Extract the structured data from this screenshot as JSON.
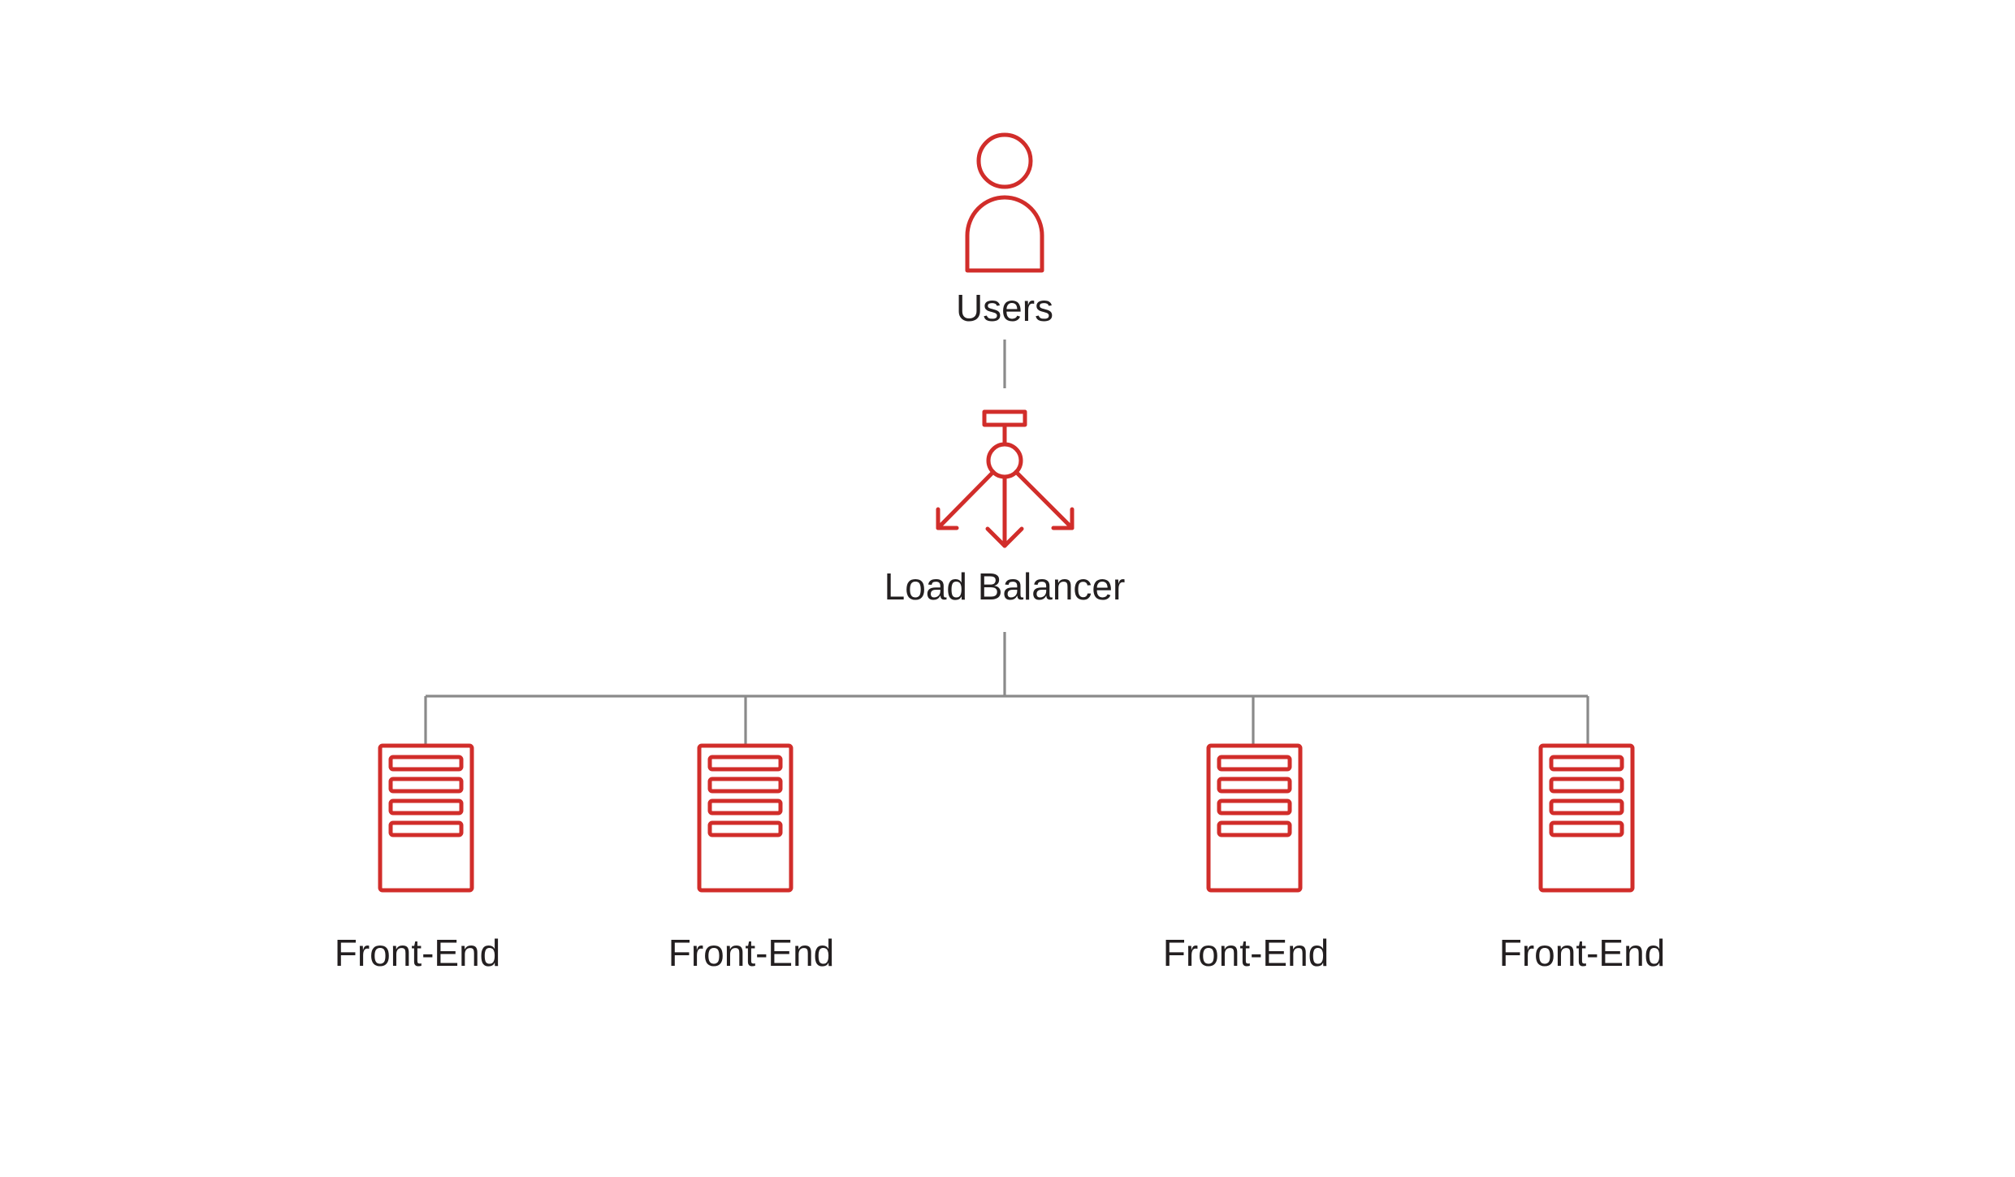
{
  "colors": {
    "icon_red": "#d12d2a",
    "connector_gray": "#8a8a8a",
    "text": "#231f20"
  },
  "nodes": {
    "users": {
      "label": "Users",
      "icon": "user-icon"
    },
    "load_balancer": {
      "label": "Load Balancer",
      "icon": "load-balancer-icon"
    },
    "front_ends": [
      {
        "label": "Front-End",
        "icon": "server-icon"
      },
      {
        "label": "Front-End",
        "icon": "server-icon"
      },
      {
        "label": "Front-End",
        "icon": "server-icon"
      },
      {
        "label": "Front-End",
        "icon": "server-icon"
      }
    ]
  },
  "edges": [
    {
      "from": "Users",
      "to": "Load Balancer"
    },
    {
      "from": "Load Balancer",
      "to": "Front-End 1"
    },
    {
      "from": "Load Balancer",
      "to": "Front-End 2"
    },
    {
      "from": "Load Balancer",
      "to": "Front-End 3"
    },
    {
      "from": "Load Balancer",
      "to": "Front-End 4"
    }
  ]
}
